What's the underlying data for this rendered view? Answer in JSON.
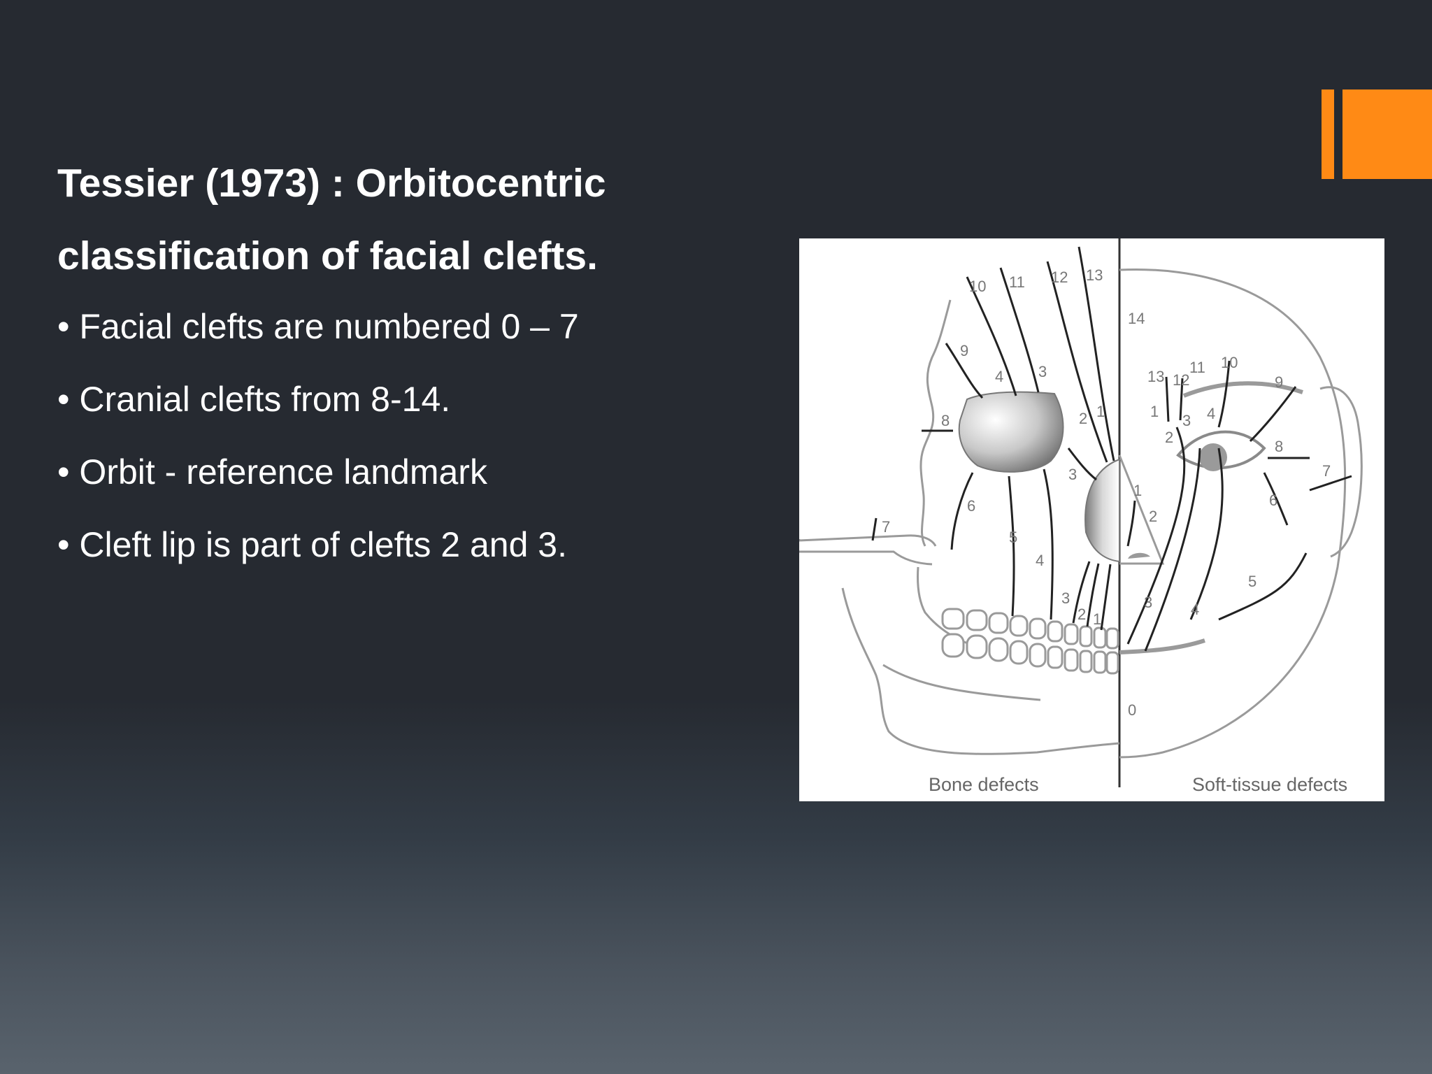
{
  "slide": {
    "title": "Tessier (1973) : Orbitocentric classification of facial clefts.",
    "bullets": [
      "Facial clefts are numbered 0 – 7",
      "Cranial clefts from 8-14.",
      "Orbit - reference landmark",
      "Cleft lip is part of clefts 2 and 3."
    ],
    "accent_color": "#ff8a15"
  },
  "figure": {
    "captions": {
      "left": "Bone defects",
      "right": "Soft-tissue defects"
    },
    "bone_labels": [
      "10",
      "11",
      "12",
      "13",
      "9",
      "4",
      "3",
      "8",
      "2",
      "1",
      "3",
      "6",
      "5",
      "7",
      "4",
      "3",
      "2",
      "1"
    ],
    "soft_labels": [
      "14",
      "13",
      "12",
      "11",
      "10",
      "9",
      "1",
      "3",
      "4",
      "2",
      "8",
      "7",
      "1",
      "6",
      "2",
      "5",
      "3",
      "4",
      "0"
    ]
  }
}
